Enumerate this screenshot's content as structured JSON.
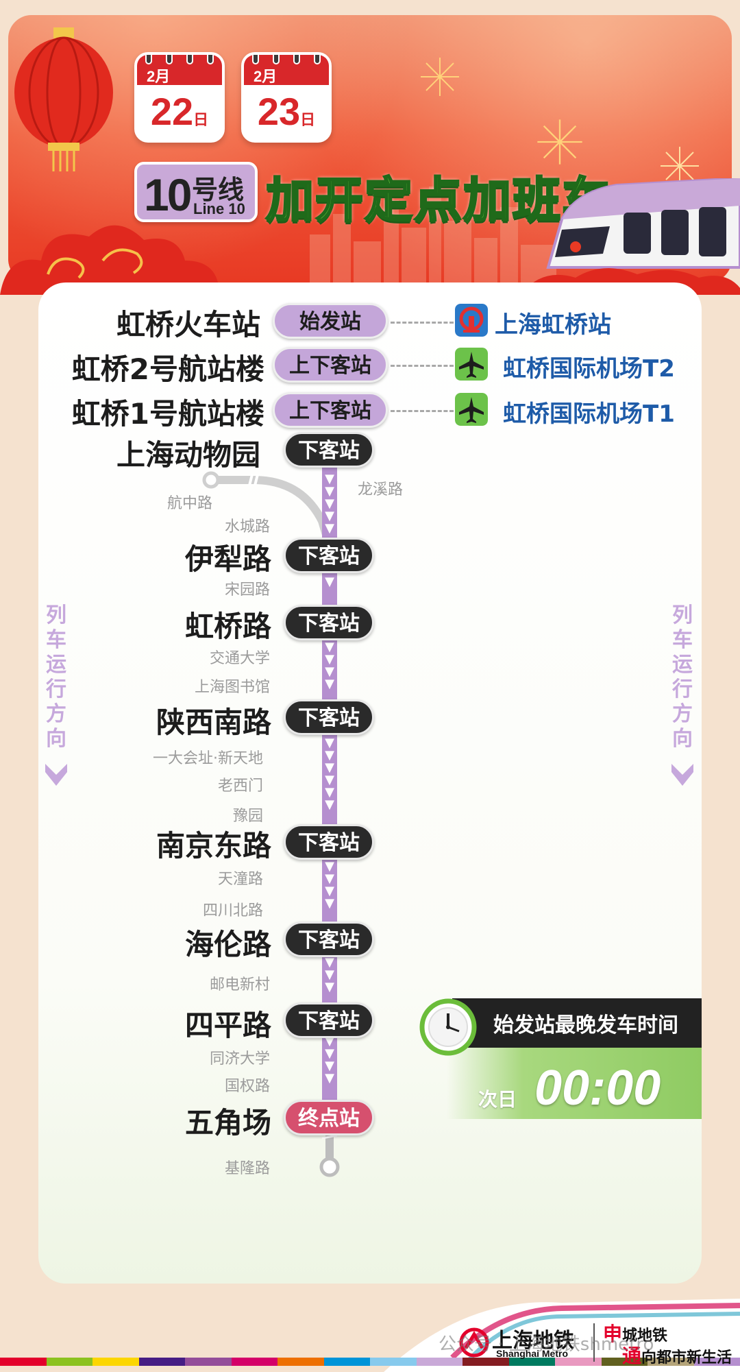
{
  "header": {
    "dates": [
      {
        "month": "2月",
        "day": "22",
        "suffix": "日"
      },
      {
        "month": "2月",
        "day": "23",
        "suffix": "日"
      }
    ],
    "line_number": "10",
    "line_hao": "号线",
    "line_en": "Line 10",
    "title": "加开定点加班车"
  },
  "stations": [
    {
      "name": "虹桥火车站",
      "badge": "始发站",
      "badge_style": "lavender",
      "transfer": "上海虹桥站",
      "transfer_icon": "railway-icon"
    },
    {
      "name": "虹桥2号航站楼",
      "badge": "上下客站",
      "badge_style": "lavender",
      "transfer": "虹桥国际机场T2",
      "transfer_icon": "airplane-icon"
    },
    {
      "name": "虹桥1号航站楼",
      "badge": "上下客站",
      "badge_style": "lavender",
      "transfer": "虹桥国际机场T1",
      "transfer_icon": "airplane-icon"
    },
    {
      "name": "上海动物园",
      "badge": "下客站",
      "badge_style": "dark"
    },
    {
      "name": "伊犁路",
      "badge": "下客站",
      "badge_style": "dark"
    },
    {
      "name": "虹桥路",
      "badge": "下客站",
      "badge_style": "dark"
    },
    {
      "name": "陕西南路",
      "badge": "下客站",
      "badge_style": "dark"
    },
    {
      "name": "南京东路",
      "badge": "下客站",
      "badge_style": "dark"
    },
    {
      "name": "海伦路",
      "badge": "下客站",
      "badge_style": "dark"
    },
    {
      "name": "四平路",
      "badge": "下客站",
      "badge_style": "dark"
    },
    {
      "name": "五角场",
      "badge": "终点站",
      "badge_style": "pink"
    }
  ],
  "minor_stations": [
    "航中路",
    "水城路",
    "宋园路",
    "交通大学",
    "上海图书馆",
    "一大会址·新天地",
    "老西门",
    "豫园",
    "天潼路",
    "四川北路",
    "邮电新村",
    "同济大学",
    "国权路",
    "基隆路"
  ],
  "branch_station": "龙溪路",
  "direction_label": "列车运行方向",
  "last_train": {
    "title": "始发站最晚发车时间",
    "next_day": "次日",
    "time": "00:00"
  },
  "footer": {
    "logo_cn": "上海地铁",
    "logo_en": "Shanghai Metro",
    "slogan_1": "城地铁",
    "slogan_1_mark": "申",
    "slogan_2": "向都市新生活",
    "slogan_2_mark": "通",
    "watermark": "公众号 · 上海地铁shmetro"
  },
  "colors": {
    "line10": "#b58fcf",
    "header_red": "#e83a24",
    "title_green": "#7ee04a",
    "transfer_blue": "#1e5ba8",
    "terminal_pink": "#d6506e"
  }
}
